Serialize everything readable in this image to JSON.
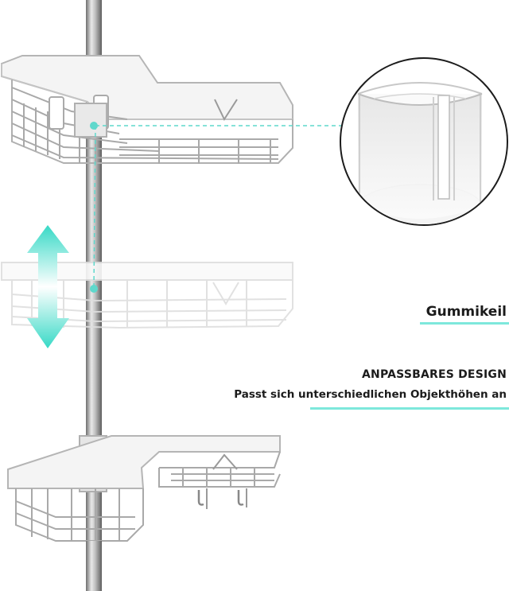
{
  "labels": {
    "rubber_wedge": "Gummikeil",
    "design_title": "ANPASSBARES DESIGN",
    "design_subtitle": "Passt sich unterschiedlichen Objekthöhen an"
  },
  "colors": {
    "accent": "#7ee8dc",
    "arrow": "#3ddbc9",
    "frame": "#f2f2f2",
    "frame_stroke": "#bdbdbd",
    "pole": "#b9b9b9",
    "text": "#1b1b1b"
  },
  "icons": {
    "height_adjust": "up-down-arrow-icon",
    "rubber_wedge_detail": "rubber-wedge-icon"
  }
}
